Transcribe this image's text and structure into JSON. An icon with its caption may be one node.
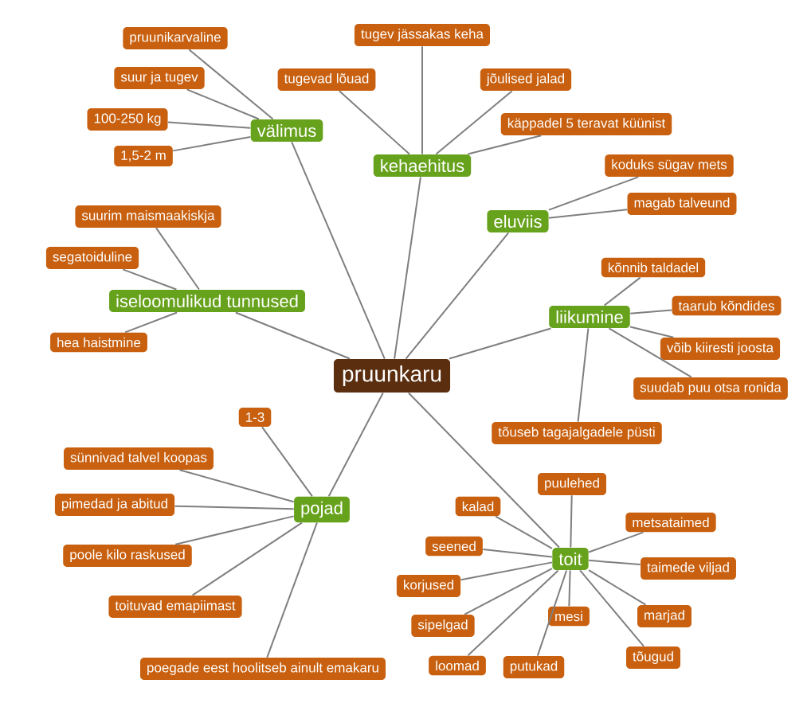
{
  "diagram": {
    "nodes": [
      {
        "text": [
          "pruunkaru"
        ]
      },
      {
        "text": [
          "välimus"
        ]
      },
      {
        "text": [
          "pruunikarvaline"
        ]
      },
      {
        "text": [
          "suur ja tugev"
        ]
      },
      {
        "text": [
          "100-250 kg"
        ]
      },
      {
        "text": [
          "1,5-2 m"
        ]
      },
      {
        "text": [
          "kehaehitus"
        ]
      },
      {
        "text": [
          "tugev jässakas keha"
        ]
      },
      {
        "text": [
          "tugevad lõuad"
        ]
      },
      {
        "text": [
          "jõulised jalad"
        ]
      },
      {
        "text": [
          "käppadel 5 teravat küünist"
        ]
      },
      {
        "text": [
          "eluviis"
        ]
      },
      {
        "text": [
          "koduks sügav mets"
        ]
      },
      {
        "text": [
          "magab talveund"
        ]
      },
      {
        "text": [
          "iseloomulikud tunnused"
        ]
      },
      {
        "text": [
          "suurim maismaakiskja"
        ]
      },
      {
        "text": [
          "segatoiduline"
        ]
      },
      {
        "text": [
          "hea haistmine"
        ]
      },
      {
        "text": [
          "liikumine"
        ]
      },
      {
        "text": [
          "kõnnib taldadel"
        ]
      },
      {
        "text": [
          "taarub kõndides"
        ]
      },
      {
        "text": [
          "võib kiiresti joosta"
        ]
      },
      {
        "text": [
          "suudab puu otsa ronida"
        ]
      },
      {
        "text": [
          "tõuseb tagajalgadele püsti"
        ]
      },
      {
        "text": [
          "pojad"
        ]
      },
      {
        "text": [
          "1-3"
        ]
      },
      {
        "text": [
          "sünnivad talvel koopas"
        ]
      },
      {
        "text": [
          "pimedad ja abitud"
        ]
      },
      {
        "text": [
          "poole kilo raskused"
        ]
      },
      {
        "text": [
          "toituvad emapiimast"
        ]
      },
      {
        "text": [
          "poegade eest hoolitseb ainult emakaru"
        ]
      },
      {
        "text": [
          "toit"
        ]
      },
      {
        "text": [
          "puulehed"
        ]
      },
      {
        "text": [
          "kalad"
        ]
      },
      {
        "text": [
          "metsataimed"
        ]
      },
      {
        "text": [
          "seened"
        ]
      },
      {
        "text": [
          "taimede viljad"
        ]
      },
      {
        "text": [
          "korjused"
        ]
      },
      {
        "text": [
          "marjad"
        ]
      },
      {
        "text": [
          "sipelgad"
        ]
      },
      {
        "text": [
          "mesi"
        ]
      },
      {
        "text": [
          "tõugud"
        ]
      },
      {
        "text": [
          "loomad"
        ]
      },
      {
        "text": [
          "putukad"
        ]
      }
    ],
    "edges": [
      {
        "from": 0,
        "to": 1,
        "arrow": "none"
      },
      {
        "from": 1,
        "to": 2,
        "arrow": "none"
      },
      {
        "from": 1,
        "to": 3,
        "arrow": "none"
      },
      {
        "from": 1,
        "to": 4,
        "arrow": "none"
      },
      {
        "from": 1,
        "to": 5,
        "arrow": "none"
      },
      {
        "from": 0,
        "to": 6,
        "arrow": "none"
      },
      {
        "from": 6,
        "to": 7,
        "arrow": "none"
      },
      {
        "from": 6,
        "to": 8,
        "arrow": "none"
      },
      {
        "from": 6,
        "to": 9,
        "arrow": "none"
      },
      {
        "from": 6,
        "to": 10,
        "arrow": "none"
      },
      {
        "from": 0,
        "to": 11,
        "arrow": "none"
      },
      {
        "from": 11,
        "to": 12,
        "arrow": "none"
      },
      {
        "from": 11,
        "to": 13,
        "arrow": "none"
      },
      {
        "from": 0,
        "to": 14,
        "arrow": "none"
      },
      {
        "from": 14,
        "to": 15,
        "arrow": "none"
      },
      {
        "from": 14,
        "to": 16,
        "arrow": "none"
      },
      {
        "from": 14,
        "to": 17,
        "arrow": "none"
      },
      {
        "from": 0,
        "to": 18,
        "arrow": "none"
      },
      {
        "from": 18,
        "to": 19,
        "arrow": "none"
      },
      {
        "from": 18,
        "to": 20,
        "arrow": "none"
      },
      {
        "from": 18,
        "to": 21,
        "arrow": "none"
      },
      {
        "from": 18,
        "to": 22,
        "arrow": "none"
      },
      {
        "from": 18,
        "to": 23,
        "arrow": "none"
      },
      {
        "from": 0,
        "to": 24,
        "arrow": "none"
      },
      {
        "from": 24,
        "to": 25,
        "arrow": "none"
      },
      {
        "from": 24,
        "to": 26,
        "arrow": "none"
      },
      {
        "from": 24,
        "to": 27,
        "arrow": "none"
      },
      {
        "from": 24,
        "to": 28,
        "arrow": "none"
      },
      {
        "from": 24,
        "to": 29,
        "arrow": "none"
      },
      {
        "from": 24,
        "to": 30,
        "arrow": "none"
      },
      {
        "from": 0,
        "to": 31,
        "arrow": "none"
      },
      {
        "from": 31,
        "to": 32,
        "arrow": "none"
      },
      {
        "from": 31,
        "to": 33,
        "arrow": "none"
      },
      {
        "from": 31,
        "to": 34,
        "arrow": "none"
      },
      {
        "from": 31,
        "to": 35,
        "arrow": "none"
      },
      {
        "from": 31,
        "to": 36,
        "arrow": "none"
      },
      {
        "from": 31,
        "to": 37,
        "arrow": "none"
      },
      {
        "from": 31,
        "to": 38,
        "arrow": "none"
      },
      {
        "from": 31,
        "to": 39,
        "arrow": "none"
      },
      {
        "from": 31,
        "to": 40,
        "arrow": "none"
      },
      {
        "from": 31,
        "to": 41,
        "arrow": "none"
      },
      {
        "from": 31,
        "to": 42,
        "arrow": "none"
      },
      {
        "from": 31,
        "to": 43,
        "arrow": "none"
      }
    ]
  }
}
